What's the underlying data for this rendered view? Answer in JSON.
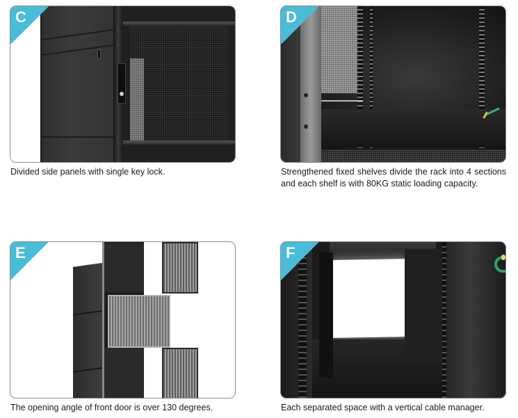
{
  "accent_color": "#48bcd8",
  "cards": [
    {
      "letter": "C",
      "image_subject": "rack-side-panels-with-key-lock",
      "caption": "Divided side panels with single key lock."
    },
    {
      "letter": "D",
      "image_subject": "rack-interior-fixed-shelves",
      "caption_line1": "Strengthened fixed shelves divide the rack into 4 sections",
      "caption_line2": "and each shelf is with 80KG static loading capacity."
    },
    {
      "letter": "E",
      "image_subject": "rack-front-doors-open",
      "caption": "The opening angle of front door is over 130 degrees."
    },
    {
      "letter": "F",
      "image_subject": "rack-separated-space-interior",
      "caption": "Each separated space with a vertical cable manager."
    }
  ]
}
